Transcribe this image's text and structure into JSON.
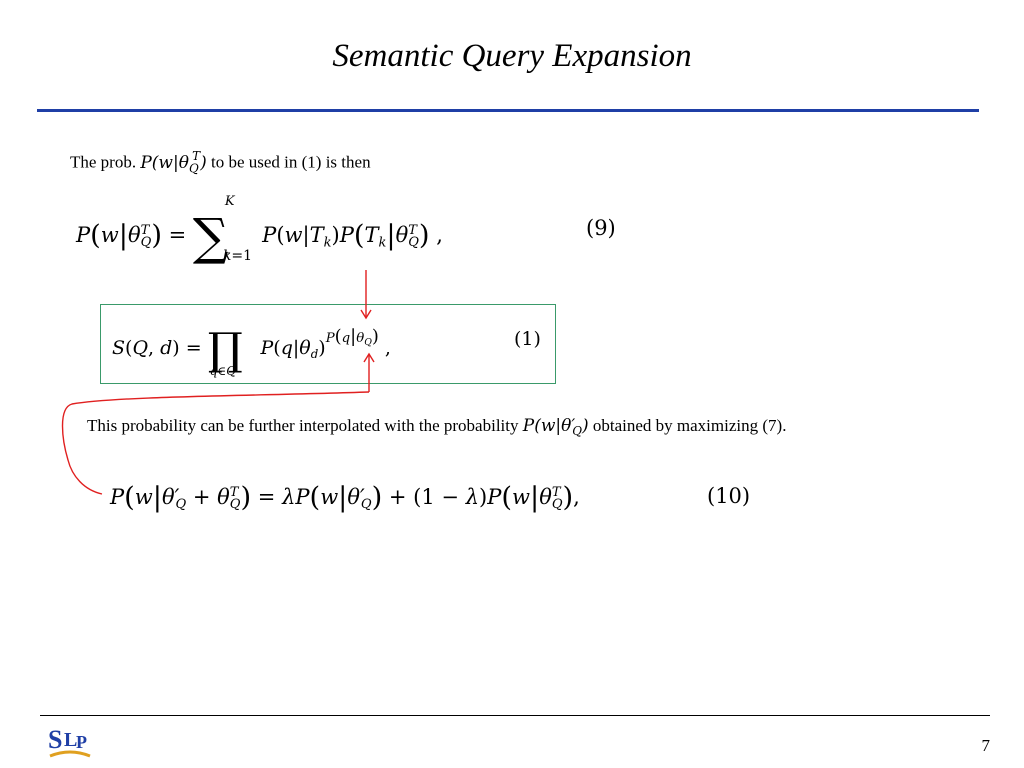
{
  "title": "Semantic Query Expansion",
  "text": {
    "intro_prefix": "The prob. ",
    "intro_suffix": " to be used in (1) is then",
    "interp_prefix": "This probability can be further interpolated with the probability ",
    "interp_suffix": " obtained by maximizing (7)."
  },
  "equations": {
    "eq9_number": "(9)",
    "eq1_number": "(1)",
    "eq10_number": "(10)"
  },
  "footer": {
    "page_number": "7",
    "logo_text": "SLP"
  },
  "colors": {
    "title_rule": "#1f3fa6",
    "box_border": "#3a9a6a",
    "arrows": "#e02020"
  }
}
